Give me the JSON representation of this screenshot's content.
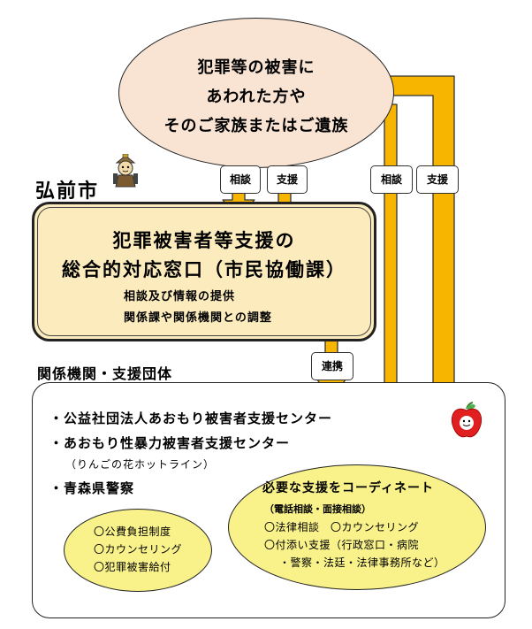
{
  "victim": {
    "line1": "犯罪等の被害に",
    "line2": "あわれた方や",
    "line3": "そのご家族またはご遺族"
  },
  "city": "弘前市",
  "center": {
    "title1": "犯罪被害者等支援の",
    "title2": "総合的対応窓口（市民協働課）",
    "sub1": "相談及び情報の提供",
    "sub2": "関係課や関係機関との調整"
  },
  "tags": {
    "consult_left": "相談",
    "support_left": "支援",
    "consult_right": "相談",
    "support_right": "支援",
    "cooperation": "連携"
  },
  "orgs": {
    "label": "関係機関・支援団体",
    "org1": "・公益社団法人あおもり被害者支援センター",
    "org2": "・あおもり性暴力被害者支援センター",
    "hotline": "（りんごの花ホットライン）",
    "org3": "・青森県警察"
  },
  "police_support": {
    "item1": "〇公費負担制度",
    "item2": "〇カウンセリング",
    "item3": "〇犯罪被害給付"
  },
  "coordination": {
    "title": "必要な支援をコーディネート",
    "subtitle": "（電話相談・面接相談）",
    "line1": "〇法律相談　〇カウンセリング",
    "line2": "〇付添い支援（行政窓口・病院",
    "line3": "・警察・法廷・法律事務所など）"
  },
  "colors": {
    "arrow_fill": "#f7b500",
    "victim_fill": "#f9e4d4",
    "center_fill": "#fcecbd",
    "ellipse_fill": "#f9f28a"
  }
}
